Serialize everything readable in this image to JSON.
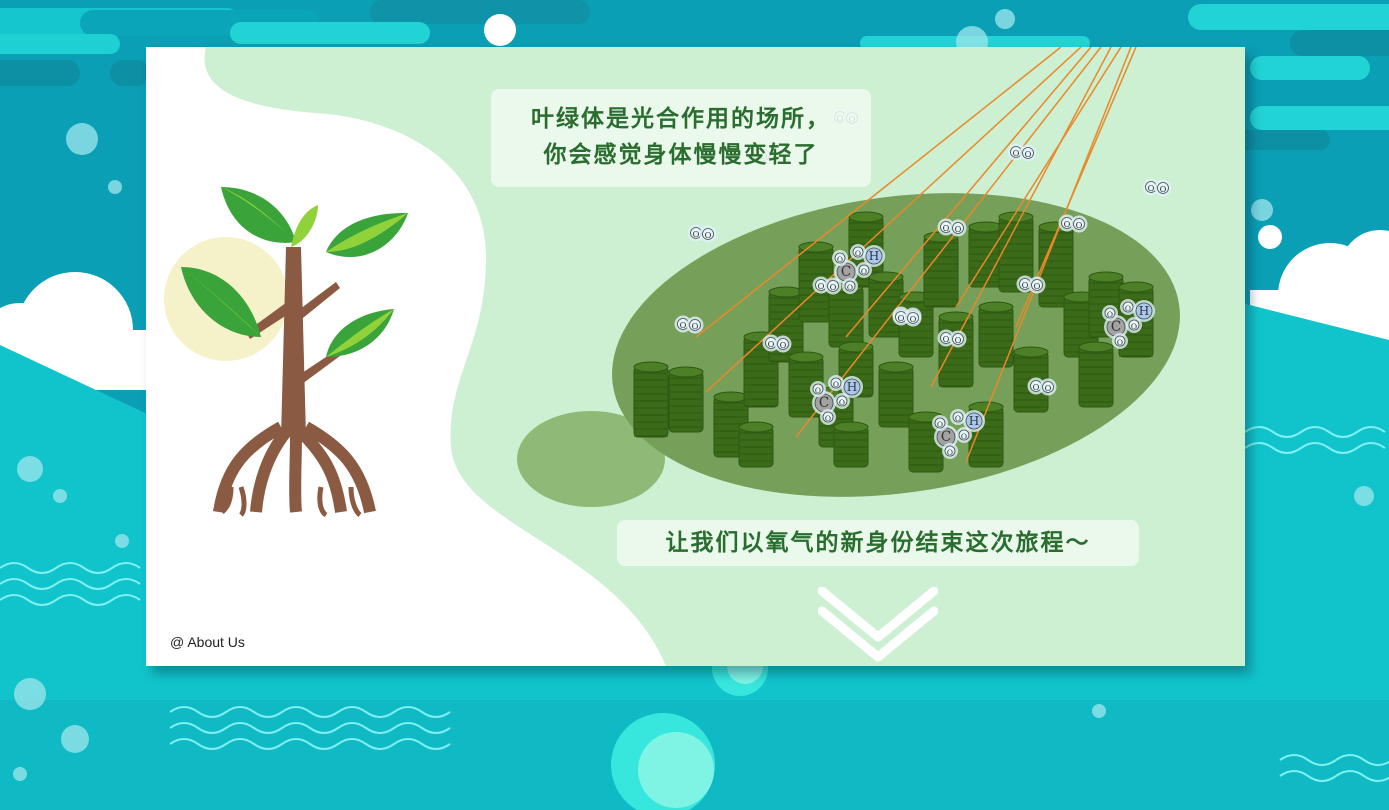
{
  "story": {
    "message_line1": "叶绿体是光合作用的场所，",
    "message_line2": "你会感觉身体慢慢变轻了",
    "message_bottom": "让我们以氧气的新身份结束这次旅程～"
  },
  "footer": {
    "about_label": "@ About Us"
  },
  "molecules": {
    "oxygen_atom": "O",
    "carbon_atom": "C",
    "hydrogen_atom": "H"
  },
  "colors": {
    "ocean": "#0a9fb5",
    "card_background": "#cdefd2",
    "chloroplast": "#76a05a",
    "thylakoid": "#3b6b18",
    "sun_ray": "#e8892a",
    "text_green": "#2a6e2f"
  },
  "icons": {
    "tree": "mangrove-tree-icon",
    "highlight": "leaf-highlight-circle",
    "next": "double-chevron-down-icon"
  }
}
